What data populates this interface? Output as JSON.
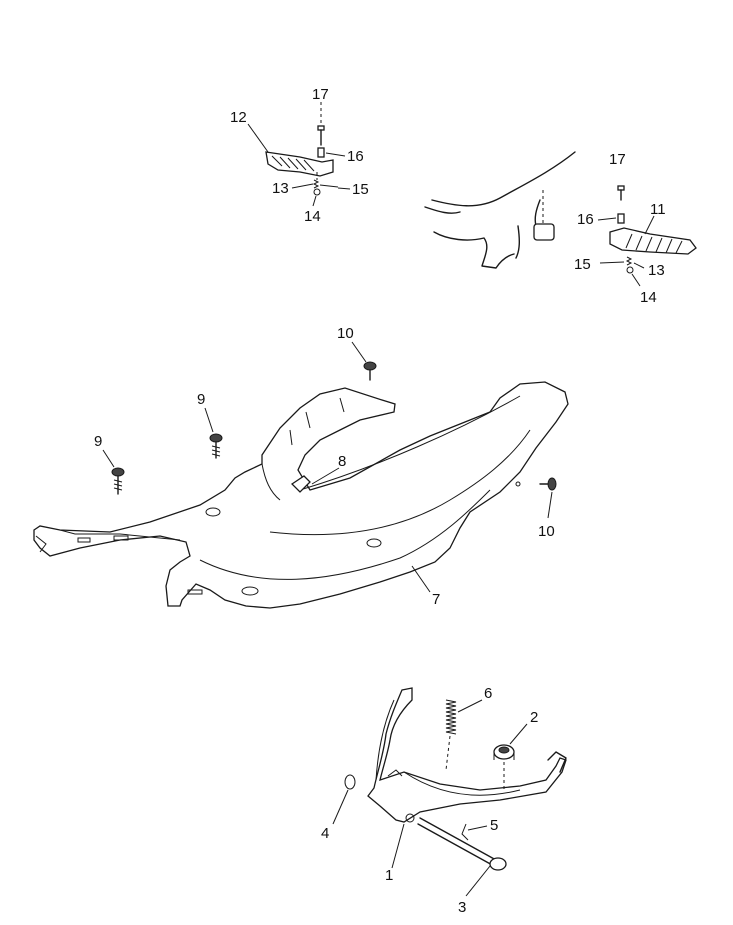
{
  "callouts": {
    "c1": "1",
    "c2": "2",
    "c3": "3",
    "c4": "4",
    "c5": "5",
    "c6": "6",
    "c7": "7",
    "c8": "8",
    "c9a": "9",
    "c9b": "9",
    "c10a": "10",
    "c10b": "10",
    "c11": "11",
    "c12": "12",
    "c13a": "13",
    "c13b": "13",
    "c14a": "14",
    "c14b": "14",
    "c15a": "15",
    "c15b": "15",
    "c16a": "16",
    "c16b": "16",
    "c17a": "17",
    "c17b": "17"
  },
  "colors": {
    "line": "#1a1a1a",
    "background": "#ffffff"
  }
}
